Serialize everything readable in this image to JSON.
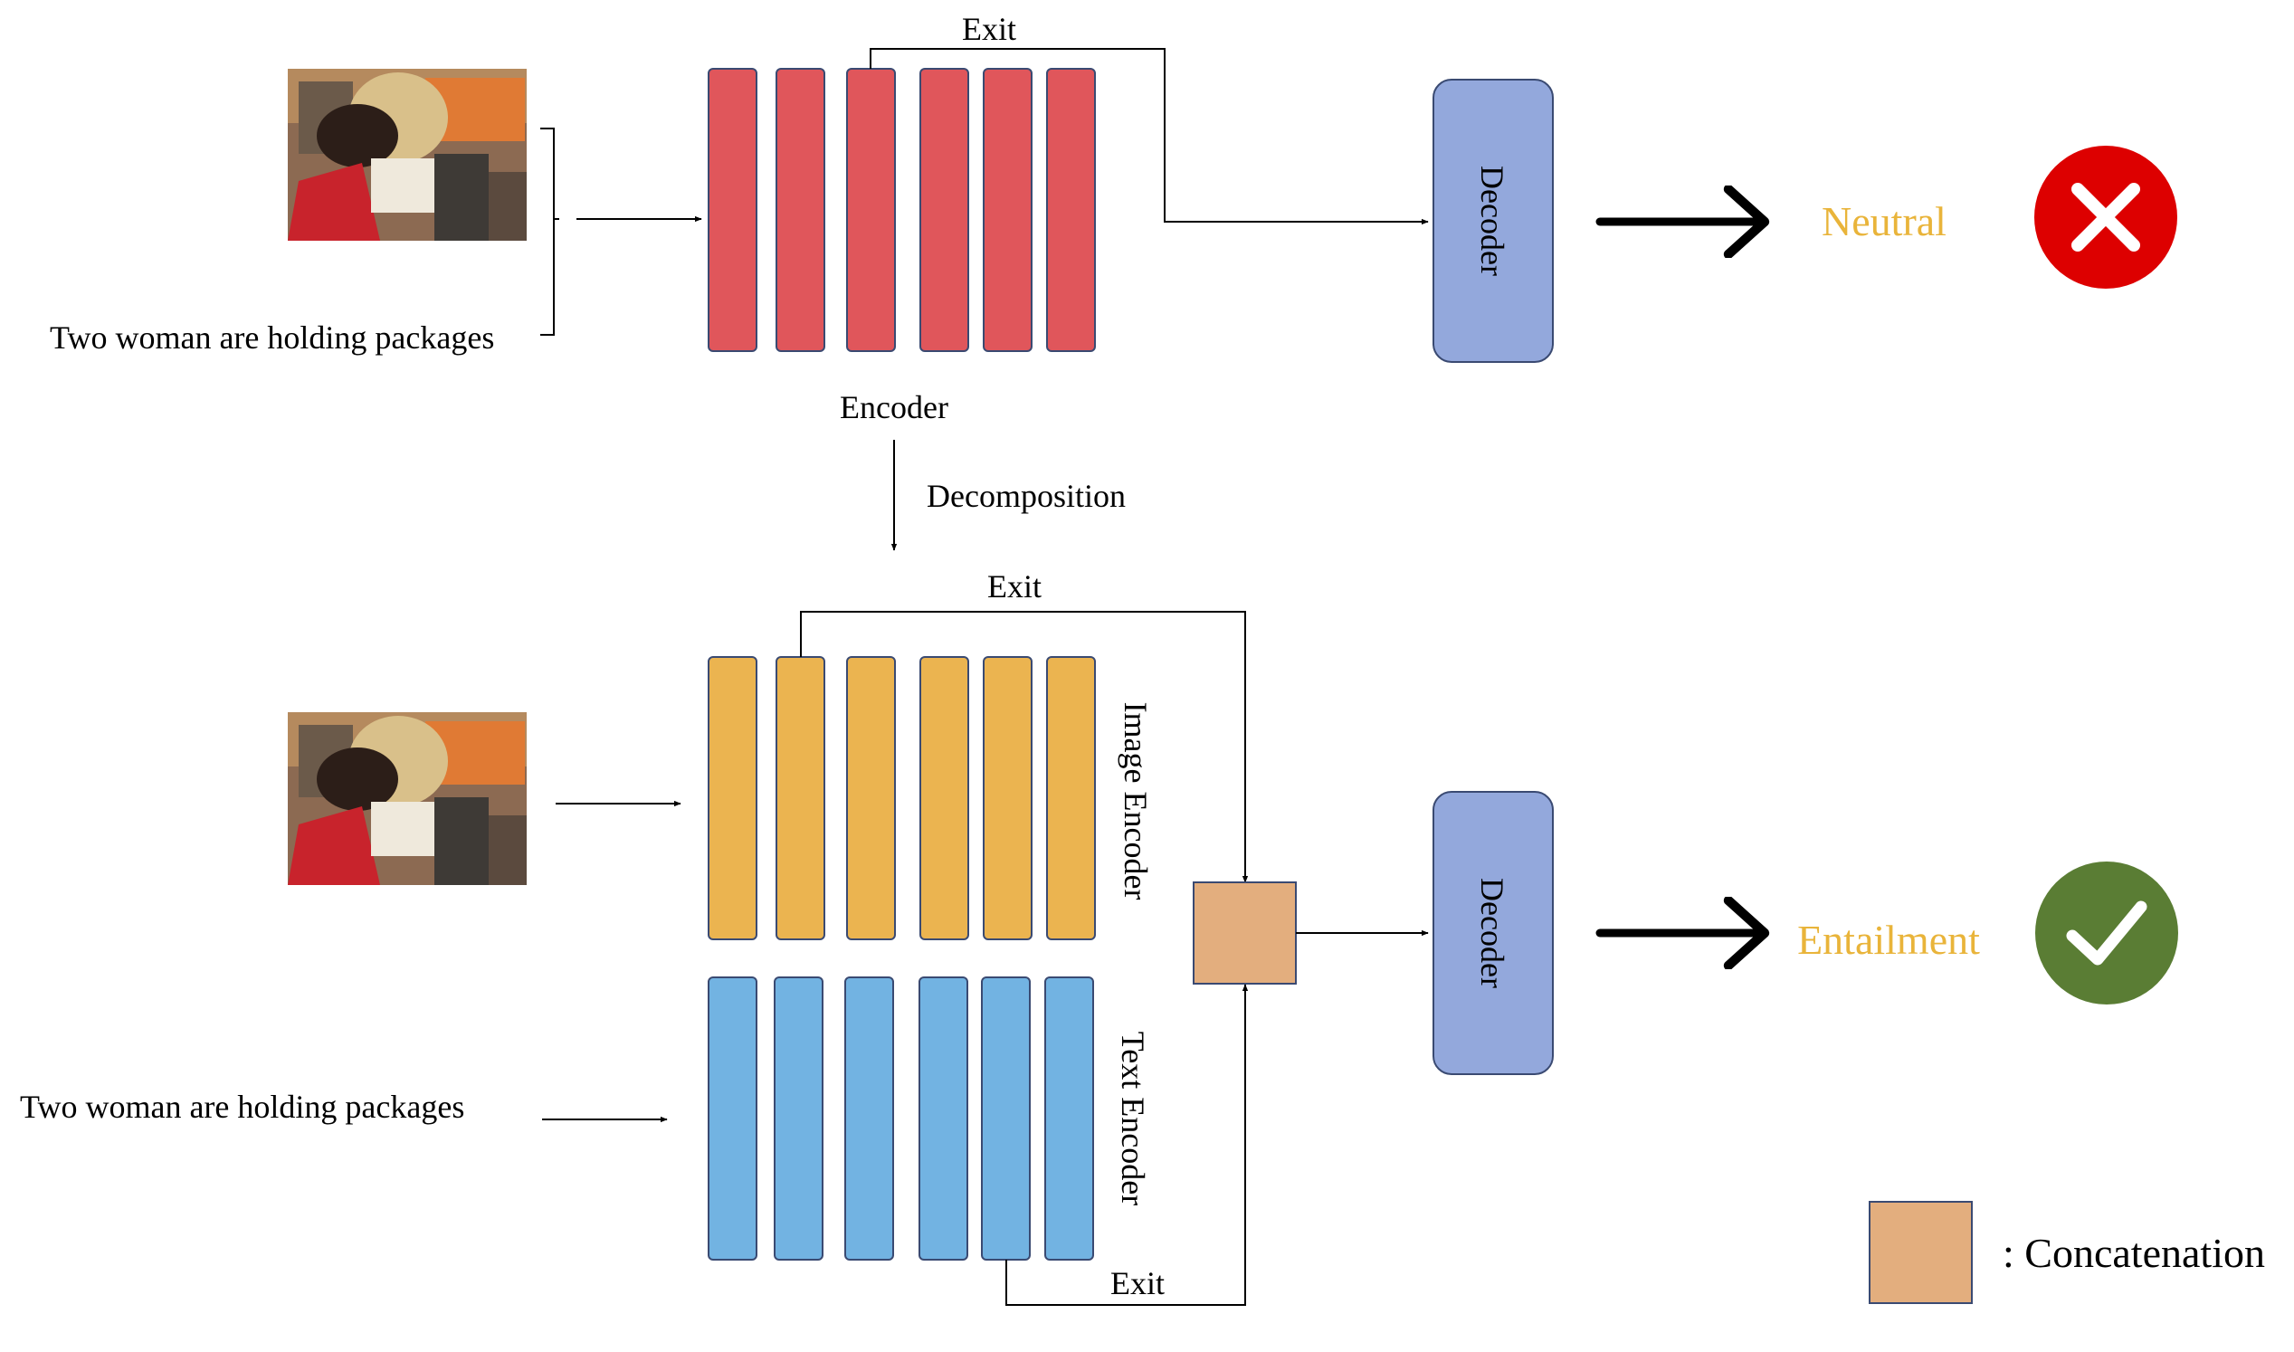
{
  "top": {
    "caption": "Two woman are holding packages",
    "exit_label": "Exit",
    "encoder_label": "Encoder",
    "decoder_label": "Decoder",
    "prediction": "Neutral",
    "result_icon": "x-icon"
  },
  "decomposition_label": "Decomposition",
  "bottom": {
    "caption": "Two woman are holding packages",
    "image_exit_label": "Exit",
    "text_exit_label": "Exit",
    "image_encoder_label": "Image Encoder",
    "text_encoder_label": "Text Encoder",
    "decoder_label": "Decoder",
    "prediction": "Entailment",
    "result_icon": "check-icon"
  },
  "legend": {
    "concat_label": ": Concatenation"
  },
  "colors": {
    "encoder": "#e0565b",
    "image_encoder": "#ebb450",
    "text_encoder": "#72b3e2",
    "decoder": "#93a8dc",
    "concat": "#e3ae7e",
    "prediction_text": "#e9b43a",
    "wrong": "#dd0000",
    "correct": "#5a7d34"
  }
}
